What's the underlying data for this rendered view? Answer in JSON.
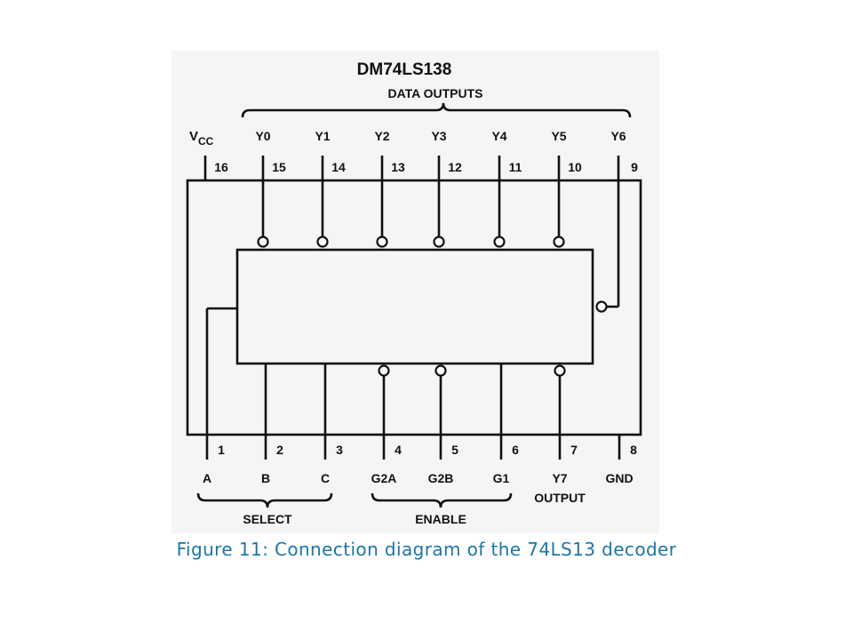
{
  "diagram": {
    "chip_name": "DM74LS138",
    "data_outputs_label": "DATA OUTPUTS",
    "vcc_label": "V",
    "vcc_subscript": "CC",
    "top_pins": [
      {
        "pin": "16",
        "signal": ""
      },
      {
        "pin": "15",
        "signal": "Y0"
      },
      {
        "pin": "14",
        "signal": "Y1"
      },
      {
        "pin": "13",
        "signal": "Y2"
      },
      {
        "pin": "12",
        "signal": "Y3"
      },
      {
        "pin": "11",
        "signal": "Y4"
      },
      {
        "pin": "10",
        "signal": "Y5"
      },
      {
        "pin": "9",
        "signal": "Y6"
      }
    ],
    "bottom_pins": [
      {
        "pin": "1",
        "signal": "A"
      },
      {
        "pin": "2",
        "signal": "B"
      },
      {
        "pin": "3",
        "signal": "C"
      },
      {
        "pin": "4",
        "signal": "G2A"
      },
      {
        "pin": "5",
        "signal": "G2B"
      },
      {
        "pin": "6",
        "signal": "G1"
      },
      {
        "pin": "7",
        "signal": "Y7"
      },
      {
        "pin": "8",
        "signal": "GND"
      }
    ],
    "select_label": "SELECT",
    "enable_label": "ENABLE",
    "output_label": "OUTPUT"
  },
  "caption": "Figure 11: Connection diagram of the 74LS13 decoder"
}
